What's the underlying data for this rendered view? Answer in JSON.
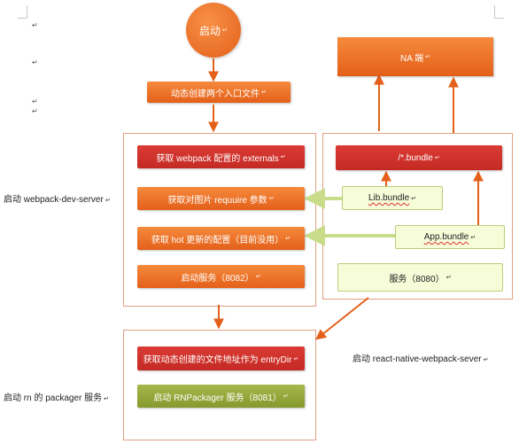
{
  "start": {
    "label": "启动"
  },
  "dynamic_create": {
    "label": "动态创建两个入口文件"
  },
  "webpack_group": {
    "side_label": "启动 webpack-dev-server",
    "items": [
      "获取 webpack 配置的 externals",
      "获取对图片 requuire 参数",
      "获取 hot 更新的配置（目前没用）",
      "启动服务（8082）"
    ]
  },
  "na_group": {
    "na_label": "NA 端",
    "bundle_all": "/*.bundle",
    "lib_bundle": "Lib.bundle",
    "app_bundle": "App.bundle",
    "service": "服务（8080）",
    "side_label": "启动 react-native-webpack-sever"
  },
  "packager_group": {
    "side_label": "启动 rn 的 packager 服务",
    "entry": "获取动态创建的文件地址作为 entryDir",
    "start_packager": "启动 RNPackager 服务（8081）"
  },
  "colors": {
    "orange": "#e4601a",
    "red": "#c42a24",
    "green": "#86992e",
    "pale_green": "#f6fbd8",
    "frame": "#e0a082"
  }
}
